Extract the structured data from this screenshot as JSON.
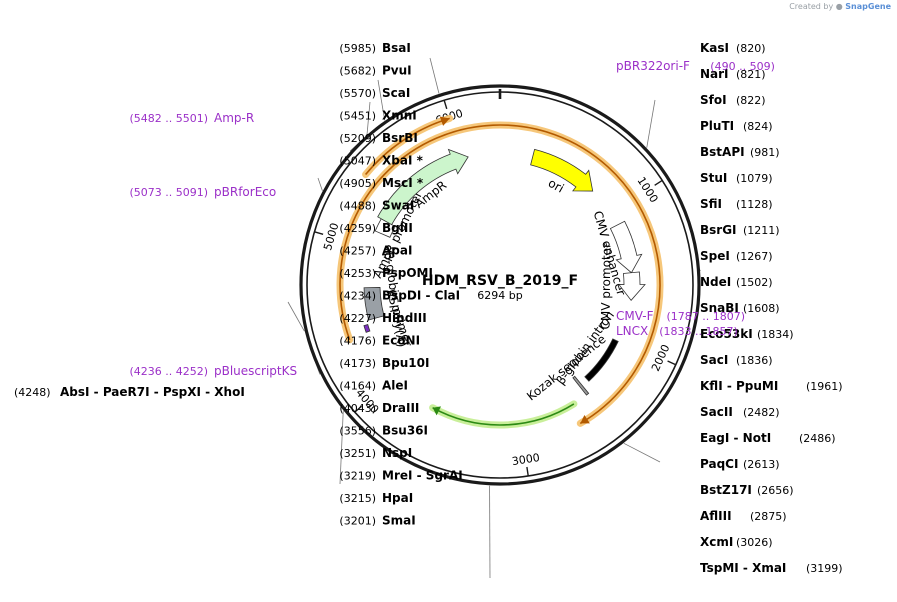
{
  "credit": {
    "prefix": "Created by",
    "brand": "SnapGene"
  },
  "plasmid": {
    "name": "HDM_RSV_B_2019_F",
    "size_label": "6294 bp",
    "length": 6294
  },
  "ticks": [
    {
      "label": "1000",
      "pos": 1000
    },
    {
      "label": "2000",
      "pos": 2000
    },
    {
      "label": "3000",
      "pos": 3000
    },
    {
      "label": "4000",
      "pos": 4000
    },
    {
      "label": "5000",
      "pos": 5000
    },
    {
      "label": "6000",
      "pos": 6000
    }
  ],
  "features": [
    {
      "label": "ori",
      "type": "arrow",
      "start": 250,
      "end": 780,
      "color": "#ffff00"
    },
    {
      "label": "CMV enhancer",
      "type": "arrow",
      "start": 1100,
      "end": 1480,
      "color": "#ffffff"
    },
    {
      "label": "CMV promoter",
      "type": "arrow",
      "start": 1480,
      "end": 1690,
      "color": "#ffffff"
    },
    {
      "label": "β-globin intron",
      "type": "bar",
      "start": 2020,
      "end": 2400,
      "color": "#000000"
    },
    {
      "label": "Kozak sequence",
      "type": "small",
      "start": 2460,
      "end": 2480,
      "color": "#9a9a9a"
    },
    {
      "label": "KS primer",
      "type": "primer",
      "start": 4380,
      "end": 4430,
      "color": "#7b2fbf"
    },
    {
      "label": "β-globin poly(A)",
      "type": "box",
      "start": 4460,
      "end": 4700,
      "color": "#9aa0a6"
    },
    {
      "label": "AmpR promoter",
      "type": "box",
      "start": 5130,
      "end": 5230,
      "color": "#ffffff"
    },
    {
      "label": "AmpR",
      "type": "arrow",
      "start": 5230,
      "end": 6050,
      "color": "#ccf5cc"
    }
  ],
  "orfs": [
    {
      "start": 2590,
      "end": 3650
    },
    {
      "start": 5410,
      "end": 6000
    },
    {
      "start": 4370,
      "end": 2620
    }
  ],
  "cut_sites_right": [
    {
      "name": "BsaI",
      "pos": "(5985)"
    },
    {
      "name": "PvuI",
      "pos": "(5682)"
    },
    {
      "name": "ScaI",
      "pos": "(5570)"
    },
    {
      "name": "XmnI",
      "pos": "(5451)"
    },
    {
      "name": "BsrBI",
      "pos": "(5209)"
    },
    {
      "name": "XbaI *",
      "pos": "(5047)"
    },
    {
      "name": "MscI *",
      "pos": "(4905)"
    },
    {
      "name": "SwaI",
      "pos": "(4488)"
    },
    {
      "name": "BglII",
      "pos": "(4259)"
    },
    {
      "name": "ApaI",
      "pos": "(4257)"
    },
    {
      "name": "PspOMI",
      "pos": "(4253)"
    },
    {
      "name": "BspDI  -  ClaI",
      "pos": "(4234)"
    },
    {
      "name": "HindIII",
      "pos": "(4227)"
    },
    {
      "name": "EcoNI",
      "pos": "(4176)"
    },
    {
      "name": "Bpu10I",
      "pos": "(4173)"
    },
    {
      "name": "AleI",
      "pos": "(4164)"
    },
    {
      "name": "DraIII",
      "pos": "(4043)"
    },
    {
      "name": "Bsu36I",
      "pos": "(3556)"
    },
    {
      "name": "NspI",
      "pos": "(3251)"
    },
    {
      "name": "MreI  -  SgrAI",
      "pos": "(3219)"
    },
    {
      "name": "HpaI",
      "pos": "(3215)"
    },
    {
      "name": "SmaI",
      "pos": "(3201)"
    }
  ],
  "cut_sites_left": [
    {
      "name": "KasI",
      "pos": "(820)"
    },
    {
      "name": "NarI",
      "pos": "(821)"
    },
    {
      "name": "SfoI",
      "pos": "(822)"
    },
    {
      "name": "PluTI",
      "pos": "(824)"
    },
    {
      "name": "BstAPI",
      "pos": "(981)"
    },
    {
      "name": "StuI",
      "pos": "(1079)"
    },
    {
      "name": "SfiI",
      "pos": "(1128)"
    },
    {
      "name": "BsrGI",
      "pos": "(1211)"
    },
    {
      "name": "SpeI",
      "pos": "(1267)"
    },
    {
      "name": "NdeI",
      "pos": "(1502)"
    },
    {
      "name": "SnaBI",
      "pos": "(1608)"
    },
    {
      "name": "Eco53kI",
      "pos": "(1834)"
    },
    {
      "name": "SacI",
      "pos": "(1836)"
    },
    {
      "name": "KflI  -  PpuMI",
      "pos": "(1961)"
    },
    {
      "name": "SacII",
      "pos": "(2482)"
    },
    {
      "name": "EagI  -  NotI",
      "pos": "(2486)"
    },
    {
      "name": "PaqCI",
      "pos": "(2613)"
    },
    {
      "name": "BstZ17I",
      "pos": "(2656)"
    },
    {
      "name": "AflIII",
      "pos": "(2875)"
    },
    {
      "name": "XcmI",
      "pos": "(3026)"
    },
    {
      "name": "TspMI  -  XmaI",
      "pos": "(3199)"
    }
  ],
  "cut_site_far_left": {
    "name": "AbsI  -  PaeR7I  -  PspXI  -  XhoI",
    "pos": "(4248)"
  },
  "primers": [
    {
      "name": "pBR322ori-F",
      "range": "(490 .. 509)",
      "side": "right"
    },
    {
      "name": "CMV-F",
      "range": "(1787 .. 1807)",
      "side": "right"
    },
    {
      "name": "LNCX",
      "range": "(1833 .. 1857)",
      "side": "right"
    },
    {
      "name": "pBluescriptKS",
      "range": "(4236 .. 4252)",
      "side": "left"
    },
    {
      "name": "pBRforEco",
      "range": "(5073 .. 5091)",
      "side": "left"
    },
    {
      "name": "Amp-R",
      "range": "(5482 .. 5501)",
      "side": "left"
    }
  ],
  "colors": {
    "backbone": "#1a1a1a",
    "primer": "#9b30c8",
    "orf_halo": "#f6c77a",
    "orf_line": "#b35a00",
    "orf_green_halo": "#c9ef9a",
    "orf_green_line": "#2c8a14"
  }
}
